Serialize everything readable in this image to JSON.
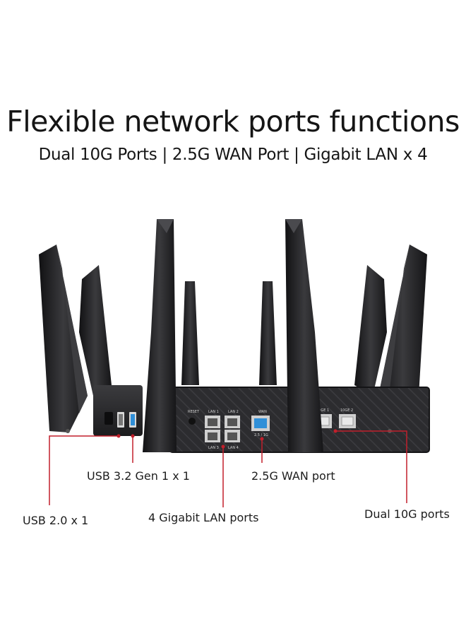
{
  "headline": "Flexible network ports functions",
  "subline": "Dual 10G Ports | 2.5G WAN Port | Gigabit LAN x 4",
  "callouts": {
    "usb32": "USB 3.2 Gen 1 x 1",
    "wan25": "2.5G WAN port",
    "usb20": "USB 2.0 x 1",
    "lan": "4 Gigabit LAN ports",
    "dual10g": "Dual 10G ports"
  },
  "panel_labels": {
    "reset": "RESET",
    "lan1": "LAN 1",
    "lan2": "LAN 2",
    "lan3": "LAN 3",
    "lan4": "LAN 4",
    "wan": "WAN",
    "wan_speed": "2.5 / 1G",
    "g10_1": "10GE 1",
    "g10_2": "10GE 2"
  },
  "colors": {
    "leader": "#c21f2b",
    "router_body": "#2a2a2c",
    "antenna": "#202022",
    "wan_port": "#2f8fd8"
  }
}
